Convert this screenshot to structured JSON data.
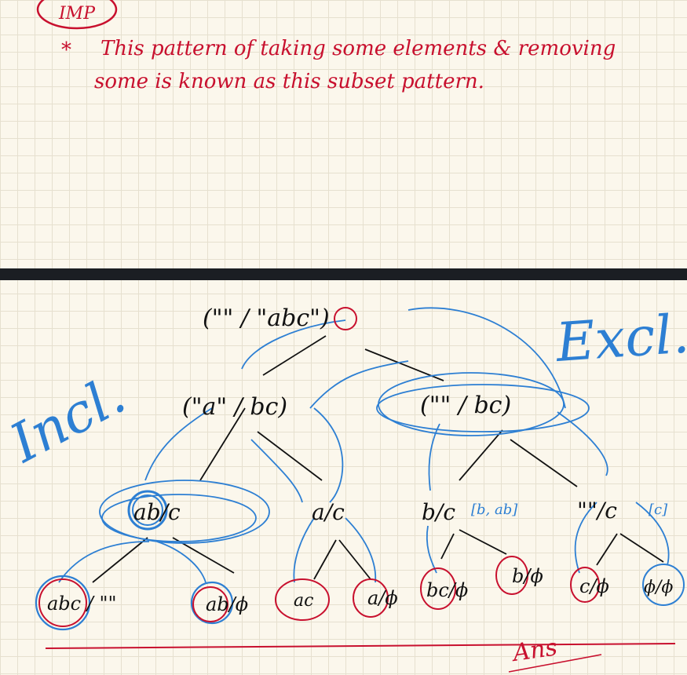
{
  "colors": {
    "red_ink": "#c8102e",
    "blue_ink": "#2d7fd3",
    "black_ink": "#111111",
    "paper": "#fbf7ec"
  },
  "top_note": {
    "badge": "IMP",
    "bullet": "*",
    "line1": "This pattern of taking some elements & removing",
    "line2": "some is known as this subset pattern."
  },
  "tree": {
    "root": "(\"\" / \"abc\")",
    "include_label": "Incl.",
    "exclude_label": "Excl.",
    "level1": [
      "(\"a\" / bc)",
      "(\"\" / bc)"
    ],
    "level2": [
      "ab/c",
      "a/c",
      "b/c",
      "\"\"/c"
    ],
    "side_notes": [
      "[b, ab]",
      "[c]"
    ],
    "leaves": [
      "abc / \"\"",
      "ab/ϕ",
      "ac",
      "a/ϕ",
      "bc/ϕ",
      "b/ϕ",
      "c/ϕ",
      "ϕ/ϕ"
    ],
    "signature": "Ans"
  }
}
